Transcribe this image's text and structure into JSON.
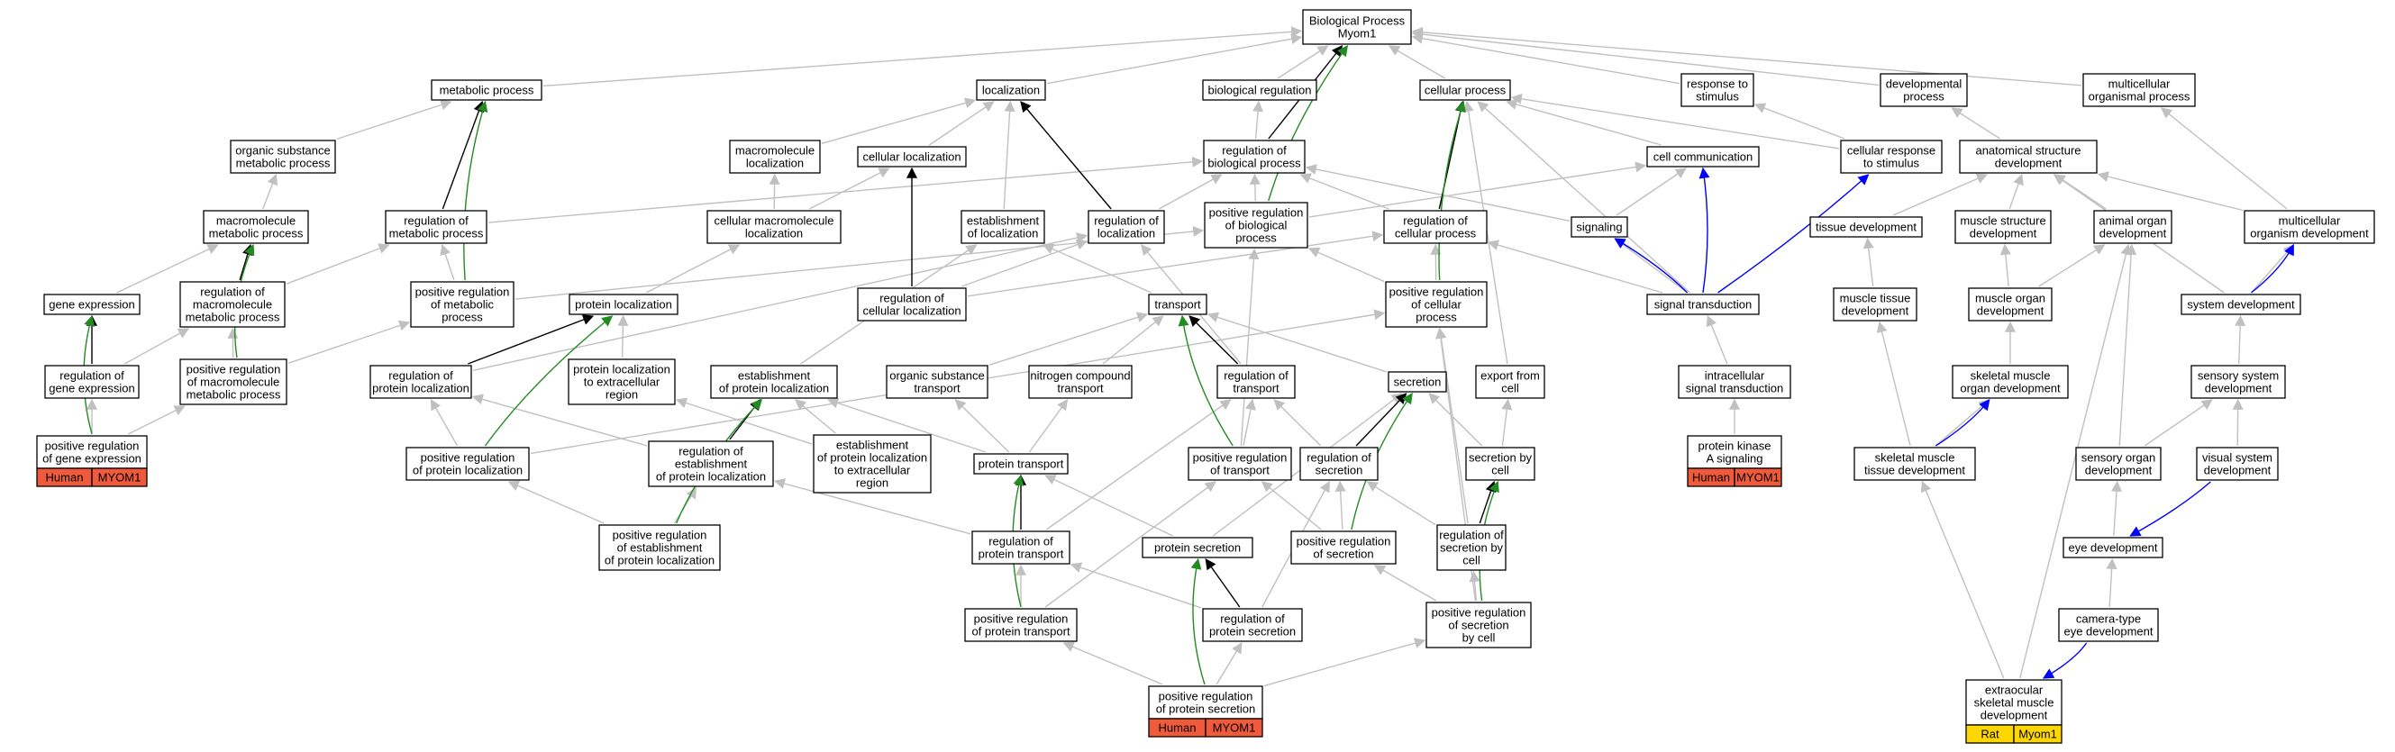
{
  "colors": {
    "is_a": "#c0c0c0",
    "part_of": "#000000",
    "positively_regulates": "#228b22",
    "regulates": "#0000ff",
    "human_tag": "#f05a3c",
    "rat_tag": "#ffd700"
  },
  "nodes": {
    "root": [
      "Biological Process",
      "Myom1"
    ],
    "metabolic": [
      "metabolic process"
    ],
    "localization": [
      "localization"
    ],
    "bioreg": [
      "biological regulation"
    ],
    "cellproc": [
      "cellular process"
    ],
    "response": [
      "response to",
      "stimulus"
    ],
    "develop": [
      "developmental",
      "process"
    ],
    "multicell": [
      "multicellular",
      "organismal process"
    ],
    "organic": [
      "organic substance",
      "metabolic process"
    ],
    "macroloc": [
      "macromolecule",
      "localization"
    ],
    "cellloc": [
      "cellular localization"
    ],
    "regbio": [
      "regulation of",
      "biological process"
    ],
    "cellcomm": [
      "cell communication"
    ],
    "cellresp": [
      "cellular response",
      "to stimulus"
    ],
    "anatdev": [
      "anatomical structure",
      "development"
    ],
    "macrometab": [
      "macromolecule",
      "metabolic process"
    ],
    "regmetab": [
      "regulation of",
      "metabolic process"
    ],
    "cellmacroloc": [
      "cellular macromolecule",
      "localization"
    ],
    "estloc": [
      "establishment",
      "of localization"
    ],
    "regloc": [
      "regulation of",
      "localization"
    ],
    "posregbio": [
      "positive regulation",
      "of biological",
      "process"
    ],
    "regcellproc": [
      "regulation of",
      "cellular process"
    ],
    "signaling": [
      "signaling"
    ],
    "tissuedev": [
      "tissue development"
    ],
    "musclestruct": [
      "muscle structure",
      "development"
    ],
    "animalorgan": [
      "animal organ",
      "development"
    ],
    "multiorgdev": [
      "multicellular",
      "organism development"
    ],
    "geneexp": [
      "gene expression"
    ],
    "regmacrometab": [
      "regulation of",
      "macromolecule",
      "metabolic process"
    ],
    "posregmetab": [
      "positive regulation",
      "of metabolic",
      "process"
    ],
    "protloc": [
      "protein localization"
    ],
    "regcellloc": [
      "regulation of",
      "cellular localization"
    ],
    "transport": [
      "transport"
    ],
    "posregcell": [
      "positive regulation",
      "of cellular",
      "process"
    ],
    "sigtrans": [
      "signal transduction"
    ],
    "muscletissue": [
      "muscle tissue",
      "development"
    ],
    "muscleorgan": [
      "muscle organ",
      "development"
    ],
    "sysdev": [
      "system development"
    ],
    "reggeneexp": [
      "regulation of",
      "gene expression"
    ],
    "posregmacro": [
      "positive regulation",
      "of macromolecule",
      "metabolic process"
    ],
    "regprotloc": [
      "regulation of",
      "protein localization"
    ],
    "protlocext": [
      "protein localization",
      "to extracellular",
      "region"
    ],
    "estprotloc": [
      "establishment",
      "of protein localization"
    ],
    "orgtrans": [
      "organic substance",
      "transport"
    ],
    "nitrotrans": [
      "nitrogen compound",
      "transport"
    ],
    "regtrans": [
      "regulation of",
      "transport"
    ],
    "secretion": [
      "secretion"
    ],
    "exportcell": [
      "export from",
      "cell"
    ],
    "intrasig": [
      "intracellular",
      "signal transduction"
    ],
    "skelorgan": [
      "skeletal muscle",
      "organ development"
    ],
    "sensorysys": [
      "sensory system",
      "development"
    ],
    "posreggeneexp": [
      "positive regulation",
      "of gene expression"
    ],
    "posregprotloc": [
      "positive regulation",
      "of protein localization"
    ],
    "regestprot": [
      "regulation of",
      "establishment",
      "of protein localization"
    ],
    "estprotlocext": [
      "establishment",
      "of protein localization",
      "to extracellular",
      "region"
    ],
    "prottrans": [
      "protein transport"
    ],
    "posregtrans": [
      "positive regulation",
      "of transport"
    ],
    "regsec": [
      "regulation of",
      "secretion"
    ],
    "secbycell": [
      "secretion by",
      "cell"
    ],
    "pka": [
      "protein kinase",
      "A signaling"
    ],
    "skeltissue": [
      "skeletal muscle",
      "tissue development"
    ],
    "sensoryorgan": [
      "sensory organ",
      "development"
    ],
    "visualsys": [
      "visual system",
      "development"
    ],
    "posregestprot": [
      "positive regulation",
      "of establishment",
      "of protein localization"
    ],
    "regprottrans": [
      "regulation of",
      "protein transport"
    ],
    "protsec": [
      "protein secretion"
    ],
    "posregsec": [
      "positive regulation",
      "of secretion"
    ],
    "regsecbycell": [
      "regulation of",
      "secretion by",
      "cell"
    ],
    "eyedev": [
      "eye development"
    ],
    "posregprottrans": [
      "positive regulation",
      "of protein transport"
    ],
    "regprotsec": [
      "regulation of",
      "protein secretion"
    ],
    "posregsecbycell": [
      "positive regulation",
      "of secretion",
      "by cell"
    ],
    "cameraeye": [
      "camera-type",
      "eye development"
    ],
    "posregprotsec": [
      "positive regulation",
      "of protein secretion"
    ],
    "extraocular": [
      "extraocular",
      "skeletal muscle",
      "development"
    ]
  },
  "tags": {
    "posreggeneexp": {
      "species": "Human",
      "gene": "MYOM1",
      "color": "#f05a3c"
    },
    "pka": {
      "species": "Human",
      "gene": "MYOM1",
      "color": "#f05a3c"
    },
    "posregprotsec": {
      "species": "Human",
      "gene": "MYOM1",
      "color": "#f05a3c"
    },
    "extraocular": {
      "species": "Rat",
      "gene": "Myom1",
      "color": "#ffd700"
    }
  }
}
